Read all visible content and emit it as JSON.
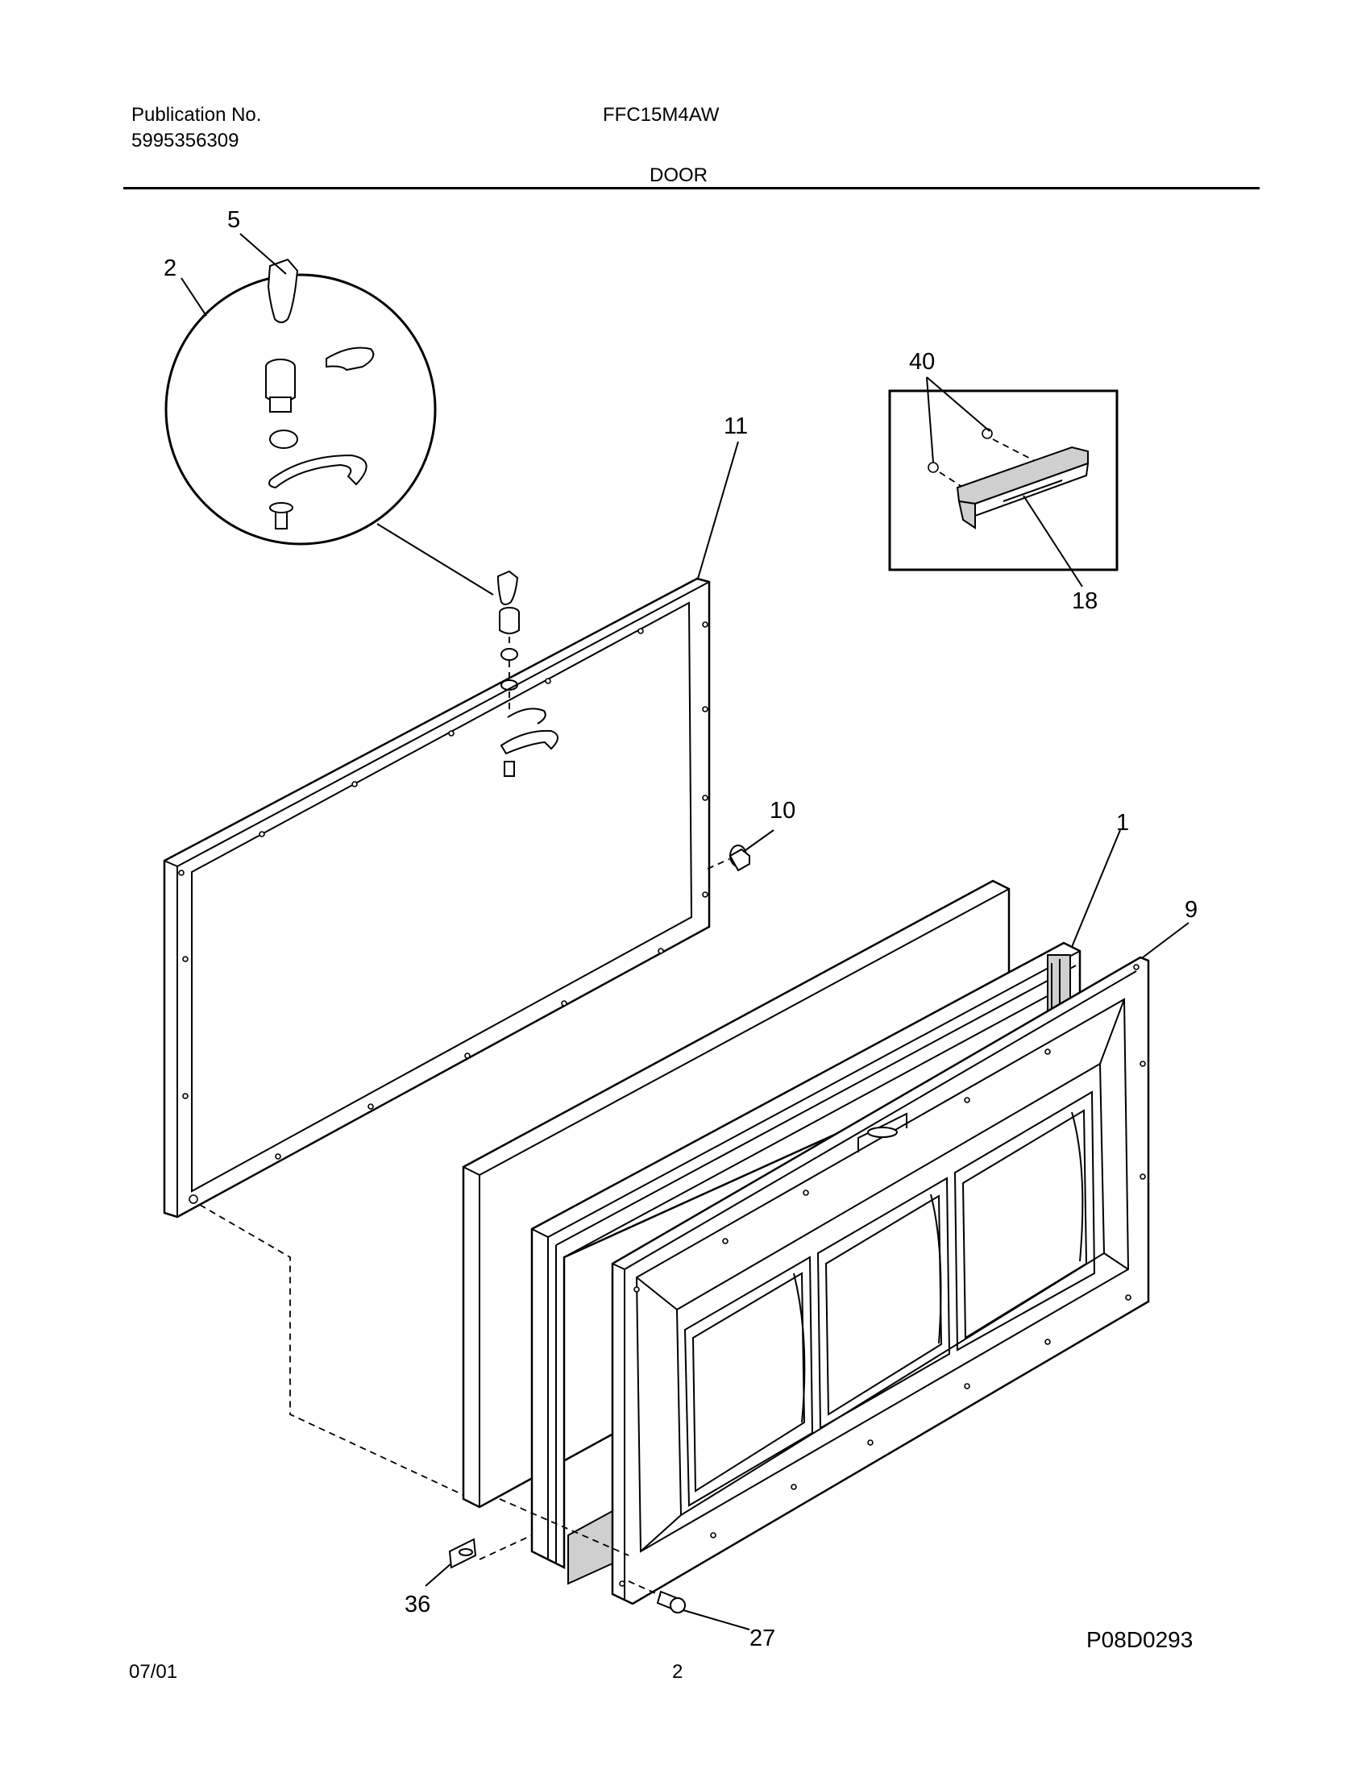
{
  "header": {
    "publication_label": "Publication No.",
    "publication_number": "5995356309",
    "model": "FFC15M4AW",
    "section": "DOOR"
  },
  "footer": {
    "date": "07/01",
    "page": "2",
    "drawing_id": "P08D0293"
  },
  "callouts": [
    "5",
    "2",
    "40",
    "11",
    "18",
    "10",
    "1",
    "9",
    "36",
    "27"
  ]
}
